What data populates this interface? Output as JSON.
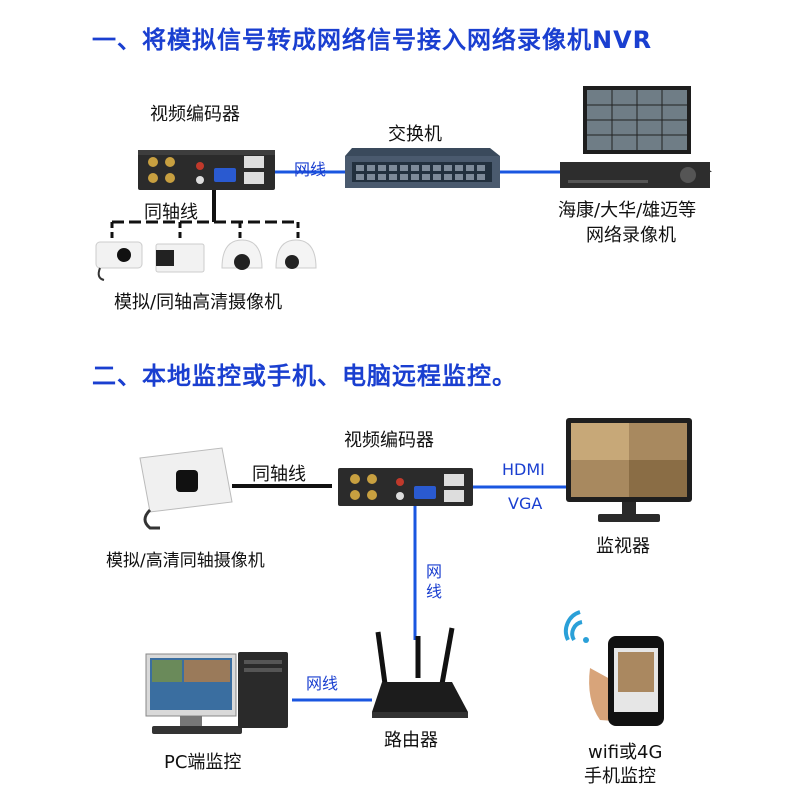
{
  "section1": {
    "title": "一、将模拟信号转成网络信号接入网络录像机NVR",
    "encoder_label": "视频编码器",
    "switch_label": "交换机",
    "network_cable_label": "网线",
    "coax_label": "同轴线",
    "cameras_label": "模拟/同轴高清摄像机",
    "nvr_label_line1": "海康/大华/雄迈等",
    "nvr_label_line2": "网络录像机"
  },
  "section2": {
    "title": "二、本地监控或手机、电脑远程监控。",
    "encoder_label": "视频编码器",
    "coax_label": "同轴线",
    "camera_label": "模拟/高清同轴摄像机",
    "hdmi_label": "HDMI",
    "vga_label": "VGA",
    "monitor_label": "监视器",
    "vertical_cable_chars": [
      "网",
      "线"
    ],
    "pc_cable_label": "网线",
    "router_label": "路由器",
    "pc_label": "PC端监控",
    "mobile_label_line1": "wifi或4G",
    "mobile_label_line2": "手机监控"
  },
  "colors": {
    "heading": "#1a3fd0",
    "network_line": "#1a56e0",
    "coax_line": "#111111",
    "device_dark": "#2b2b2b"
  }
}
